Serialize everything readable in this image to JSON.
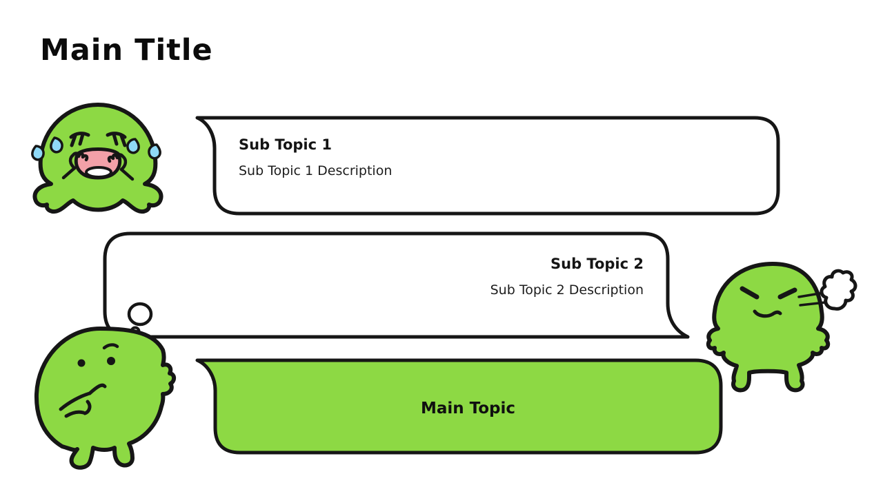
{
  "slide": {
    "title": "Main Title"
  },
  "bubbles": {
    "sub1": {
      "title": "Sub Topic 1",
      "description": "Sub Topic 1 Description",
      "fill": "#ffffff",
      "tail": "top-left",
      "text_align": "left"
    },
    "sub2": {
      "title": "Sub Topic 2",
      "description": "Sub Topic 2 Description",
      "fill": "#ffffff",
      "tail": "bottom-right",
      "text_align": "right"
    },
    "main": {
      "title": "Main Topic",
      "fill": "#8dd944",
      "tail": "top-left",
      "text_align": "center"
    }
  },
  "characters": [
    {
      "name": "crying-blob",
      "emotion": "crying",
      "position": "top-left"
    },
    {
      "name": "thinking-blob",
      "emotion": "thinking",
      "position": "bottom-left"
    },
    {
      "name": "annoyed-blob",
      "emotion": "annoyed",
      "position": "right"
    }
  ],
  "colors": {
    "background": "#ffffff",
    "green": "#8dd944",
    "outline": "#161616",
    "tear": "#8fd9f7",
    "mouth": "#f2a0a8",
    "white": "#ffffff"
  }
}
